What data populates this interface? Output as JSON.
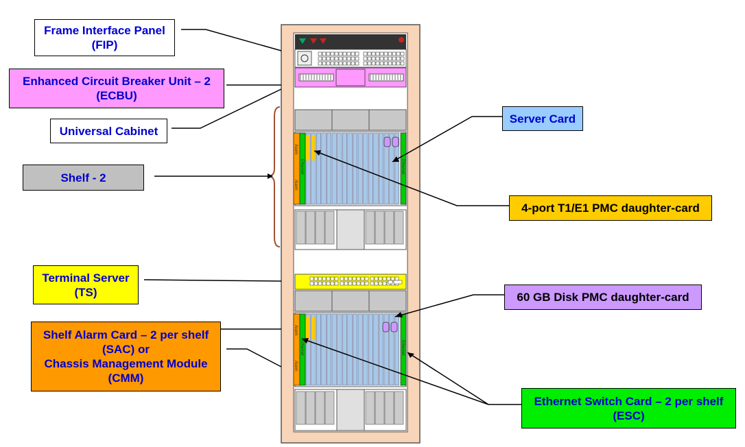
{
  "colors": {
    "white": "#ffffff",
    "pink": "#ff99ff",
    "gray": "#c0c0c0",
    "yellow": "#ffff00",
    "orange": "#ff9900",
    "green": "#00ee00",
    "sky": "#99ccff",
    "gold": "#ffcc00",
    "lavender": "#cc99ff",
    "frame": "#f8d4b8",
    "text_blue": "#0000cc",
    "rail_blue": "#a8c8e8",
    "brace": "#a0522d"
  },
  "labels": {
    "fip": {
      "line1": "Frame Interface Panel",
      "line2": "(FIP)"
    },
    "ecbu": {
      "line1": "Enhanced Circuit Breaker Unit – 2",
      "line2": "(ECBU)"
    },
    "cabinet": {
      "line1": "Universal Cabinet"
    },
    "shelf": {
      "line1": "Shelf - 2"
    },
    "ts": {
      "line1": "Terminal Server",
      "line2": "(TS)"
    },
    "sac": {
      "line1": "Shelf Alarm Card – 2 per shelf",
      "line2": "(SAC) or",
      "line3": "Chassis Management Module",
      "line4": "(CMM)"
    },
    "server": {
      "line1": "Server Card"
    },
    "pmc_t1": {
      "line1": "4-port T1/E1 PMC daughter-card"
    },
    "disk": {
      "line1": "60 GB Disk PMC daughter-card"
    },
    "esc": {
      "line1": "Ethernet Switch Card – 2 per shelf",
      "line2": "(ESC)"
    }
  },
  "rack": {
    "alarm_text": "Alarm",
    "ethernet_text": "Ethernet"
  }
}
